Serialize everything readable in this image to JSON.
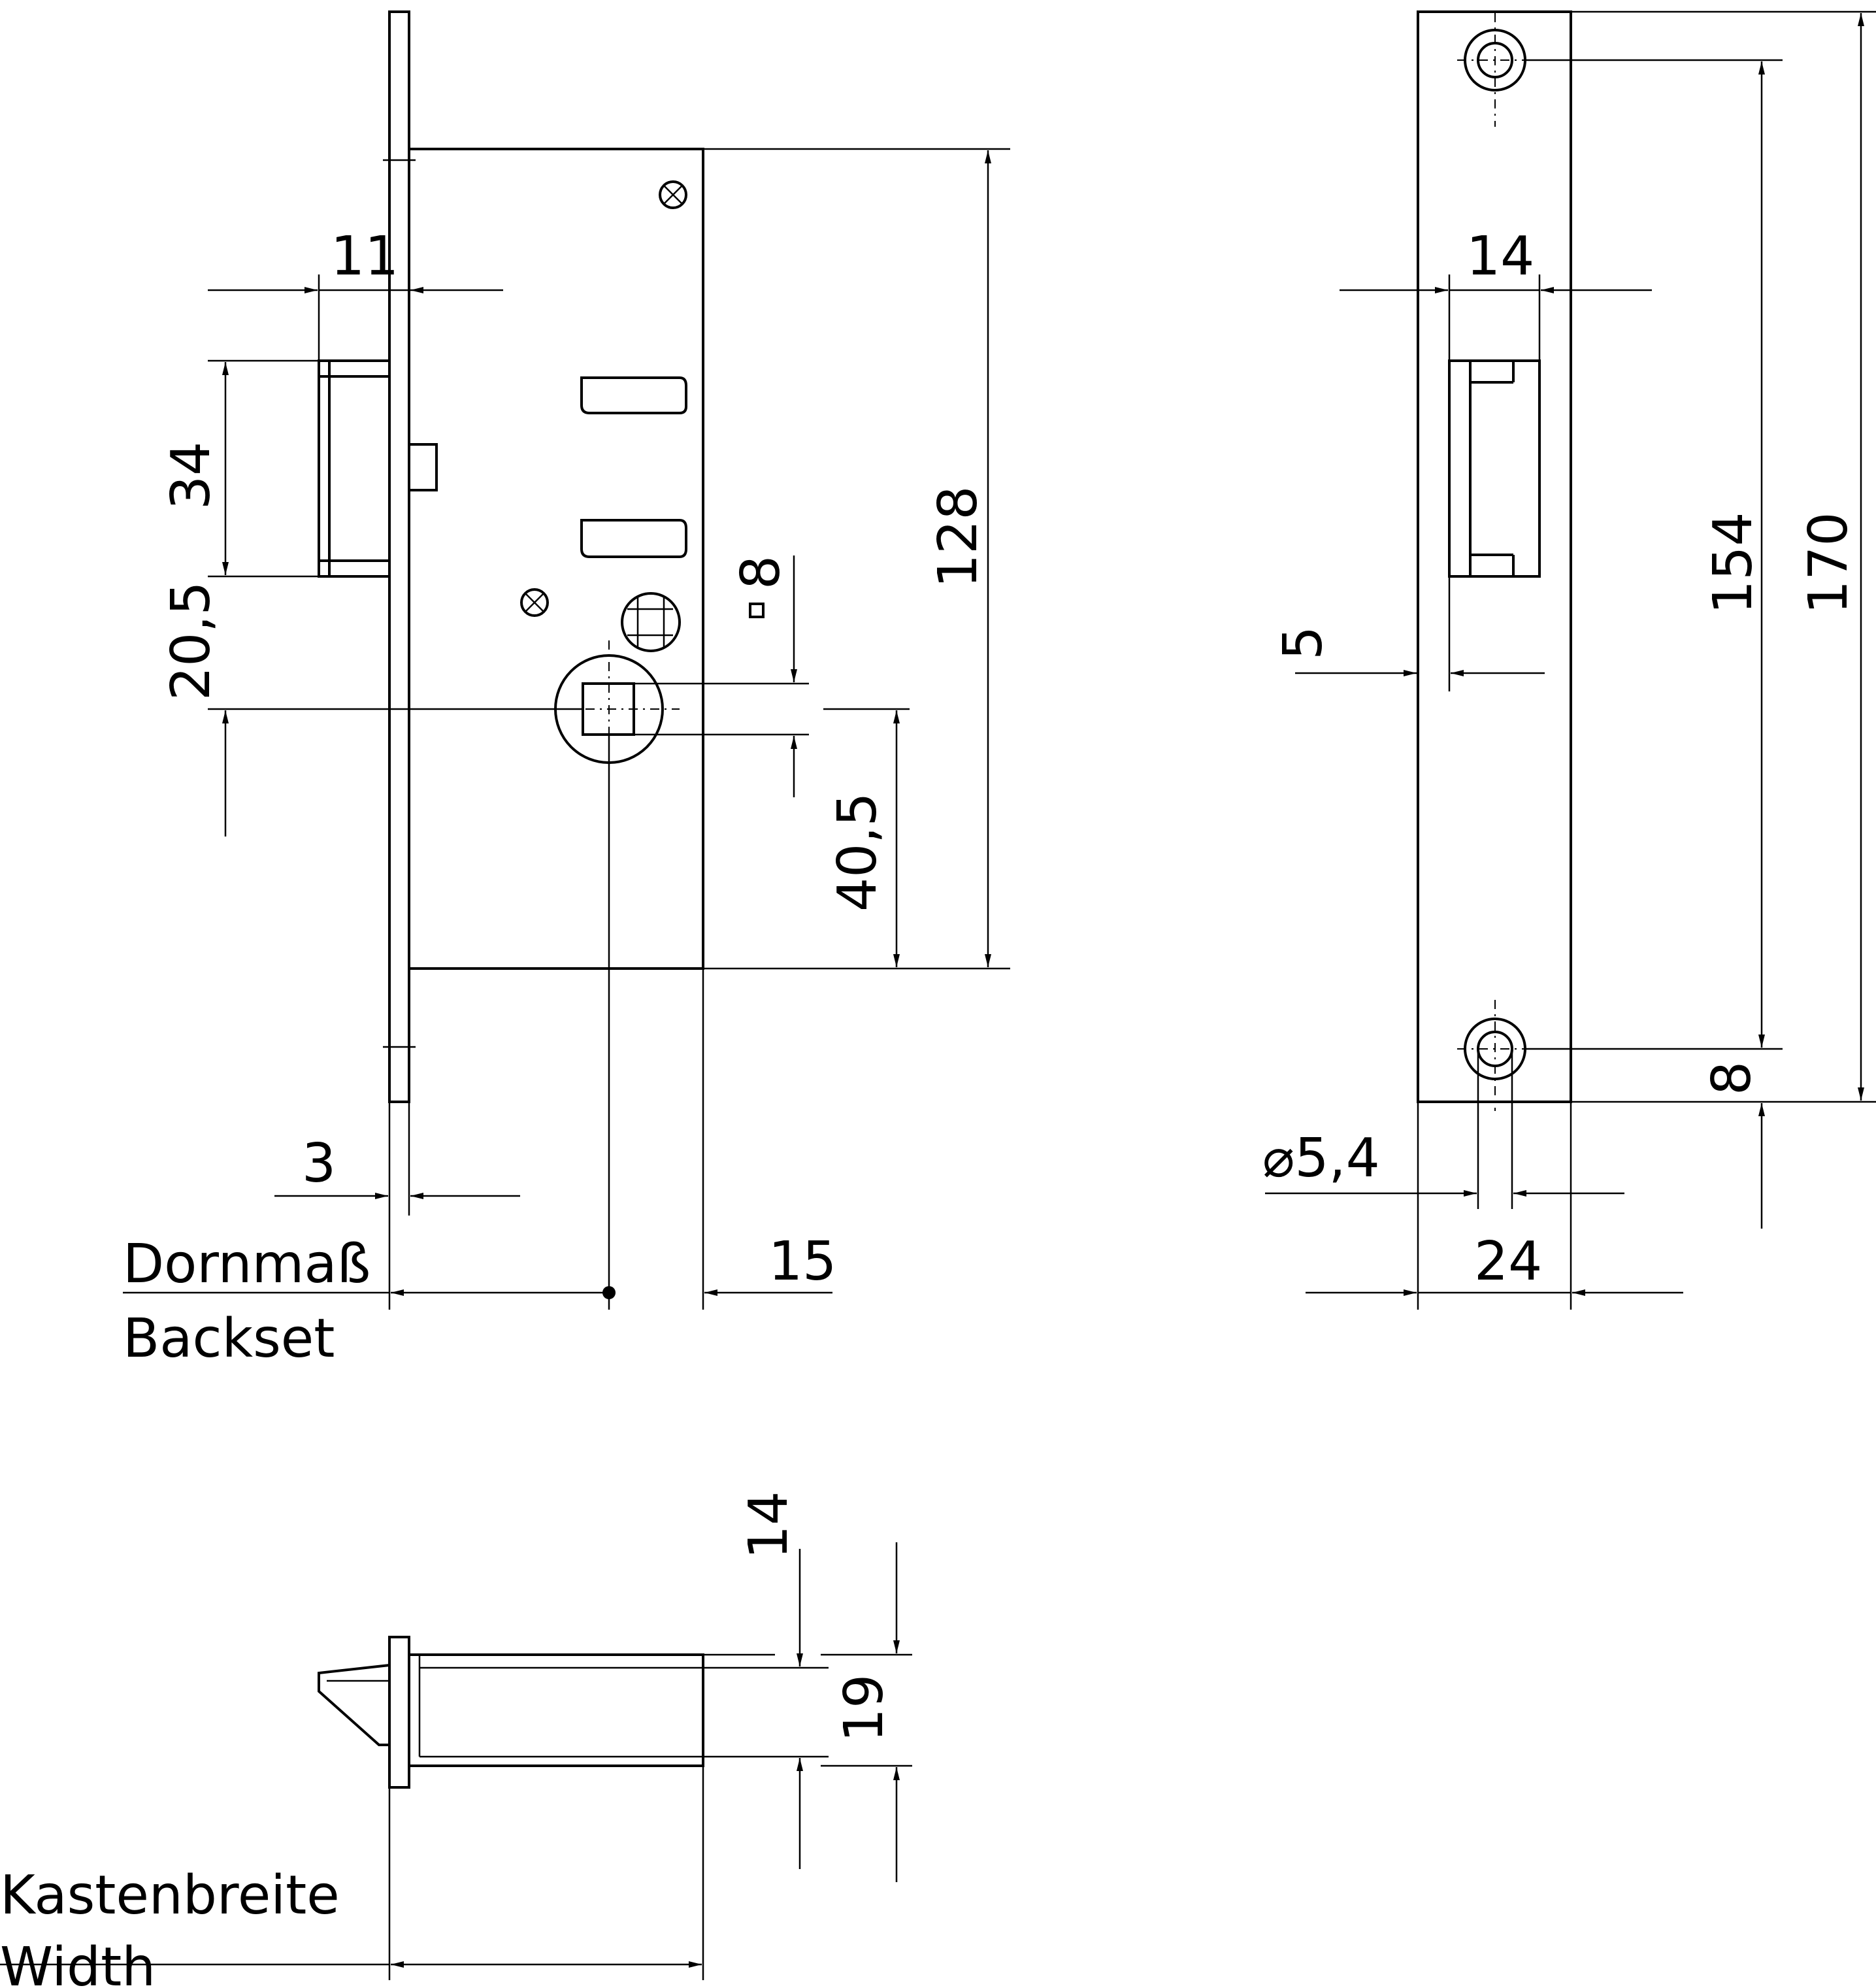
{
  "front_view": {
    "dim_faceplate_offset": "11",
    "dim_latch_height": "34",
    "dim_latch_to_spindle": "20,5",
    "dim_total_height": "128",
    "dim_spindle_square": "8",
    "dim_spindle_to_bottom": "40,5",
    "dim_faceplate_thickness": "3",
    "dim_edge_to_case": "15",
    "backset_label_de": "Dornmaß",
    "backset_label_en": "Backset"
  },
  "strike_plate": {
    "dim_opening_width": "14",
    "dim_opening_offset": "5",
    "dim_hole_spacing": "154",
    "dim_plate_height": "170",
    "dim_hole_edge": "8",
    "dim_hole_diameter": "⌀5,4",
    "dim_plate_width": "24"
  },
  "top_view": {
    "dim_plate_thickness": "14",
    "dim_case_thickness": "19",
    "width_label_de": "Kastenbreite",
    "width_label_en": "Width"
  }
}
